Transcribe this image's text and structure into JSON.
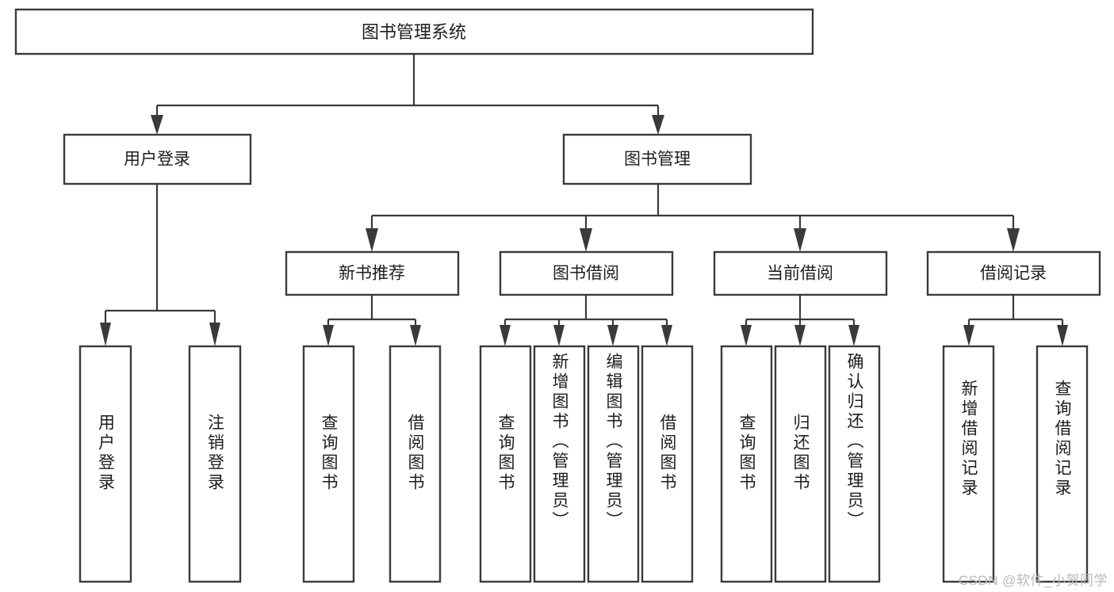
{
  "diagram": {
    "type": "tree",
    "title": "图书管理系统",
    "watermark": "CSDN @软件_小贺同学",
    "colors": {
      "box_stroke": "#3a3a3a",
      "box_fill": "#ffffff",
      "connector": "#3a3a3a",
      "text": "#1d1d1d",
      "background": "#ffffff",
      "watermark": "#b9b9b9"
    },
    "root": {
      "label": "图书管理系统"
    },
    "level2": [
      {
        "label": "用户登录"
      },
      {
        "label": "图书管理"
      }
    ],
    "level3": [
      {
        "label": "新书推荐"
      },
      {
        "label": "图书借阅"
      },
      {
        "label": "当前借阅"
      },
      {
        "label": "借阅记录"
      }
    ],
    "leaves": {
      "user_login": [
        {
          "label": "用户登录"
        },
        {
          "label": "注销登录"
        }
      ],
      "new_book": [
        {
          "label": "查询图书"
        },
        {
          "label": "借阅图书"
        }
      ],
      "book_borrow": [
        {
          "label": "查询图书"
        },
        {
          "label": "新增图书（管理员）"
        },
        {
          "label": "编辑图书（管理员）"
        },
        {
          "label": "借阅图书"
        }
      ],
      "current_borrow": [
        {
          "label": "查询图书"
        },
        {
          "label": "归还图书"
        },
        {
          "label": "确认归还（管理员）"
        }
      ],
      "borrow_record": [
        {
          "label": "新增借阅记录"
        },
        {
          "label": "查询借阅记录"
        }
      ]
    }
  }
}
